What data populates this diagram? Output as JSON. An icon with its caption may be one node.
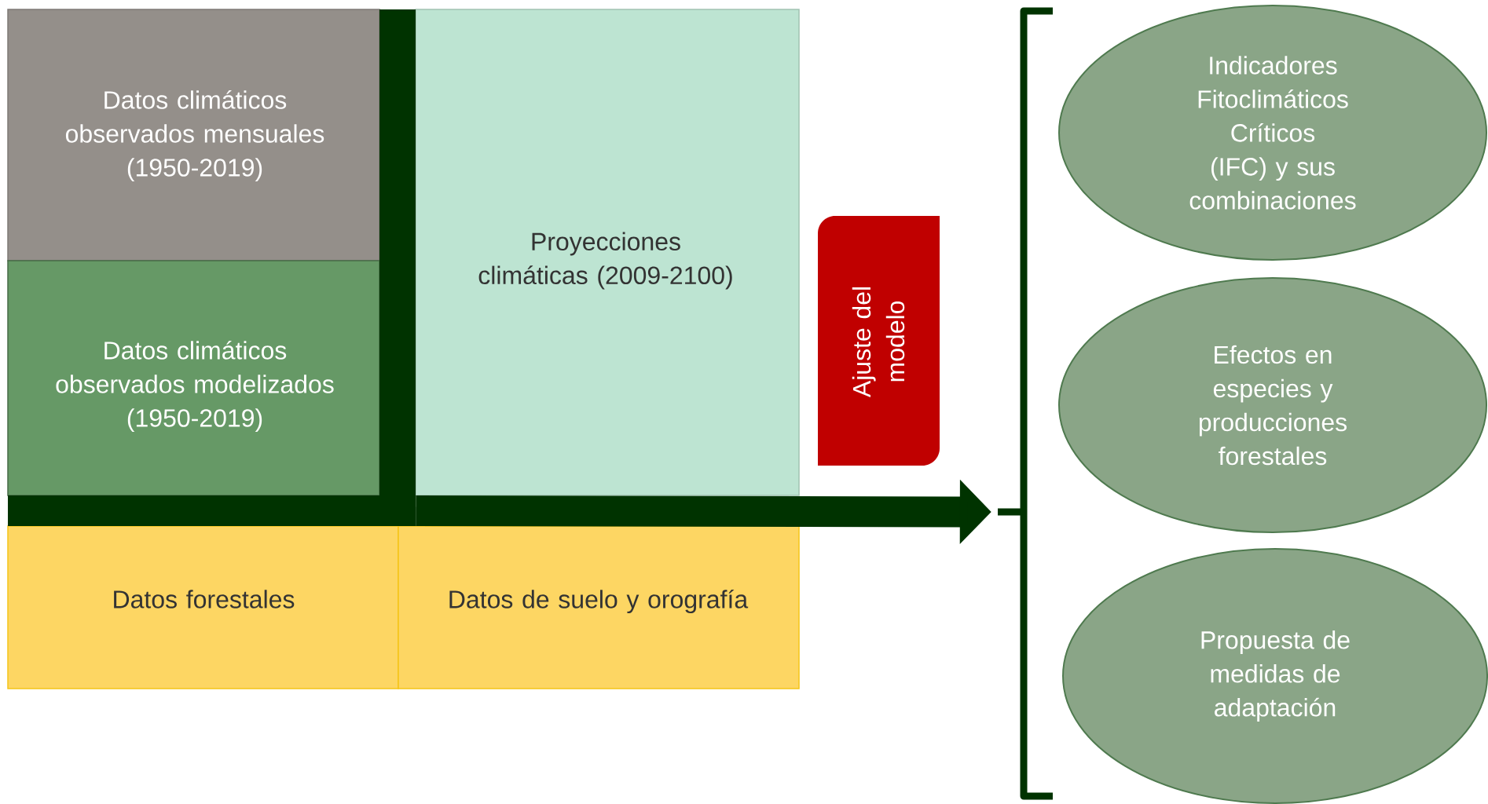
{
  "diagram": {
    "nodes": [
      {
        "text": [
          "Datos climáticos observados mensuales (1950-2019)"
        ]
      },
      {
        "text": [
          "Datos climáticos observados modelizados (1950-2019)"
        ]
      },
      {
        "text": [
          "Proyecciones climáticas (2009-2100)"
        ]
      },
      {
        "text": [
          "Ajuste del modelo"
        ]
      },
      {
        "text": [
          "Datos forestales"
        ]
      },
      {
        "text": [
          "Datos de suelo y orografía"
        ]
      },
      {
        "text": [
          "Indicadores Fitoclimáticos Críticos (IFC) y sus combinaciones"
        ]
      },
      {
        "text": [
          "Efectos en especies y producciones forestales"
        ]
      },
      {
        "text": [
          "Propuesta de medidas de adaptación"
        ]
      },
      {
        "text": [],
        "shape": "bracket"
      },
      {
        "text": [],
        "shape": "bar"
      },
      {
        "text": [],
        "shape": "bar"
      }
    ],
    "edges": [
      {
        "from": 10,
        "to": 9,
        "arrow": "to"
      }
    ]
  }
}
